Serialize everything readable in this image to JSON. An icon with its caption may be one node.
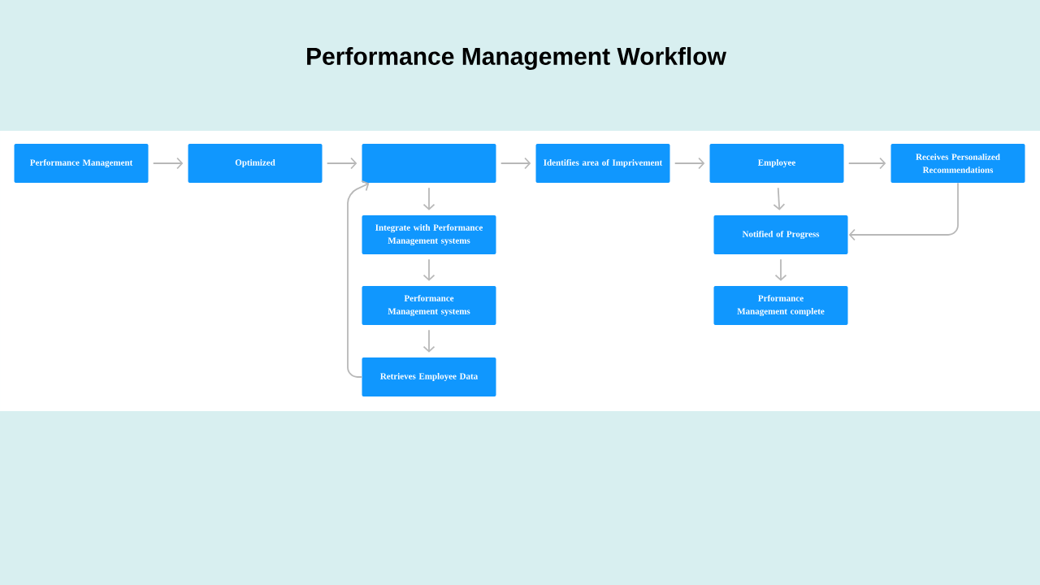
{
  "diagram": {
    "title": "Performance Management Workflow",
    "nodes": [
      {
        "text": [
          "Performance Management"
        ]
      },
      {
        "text": [
          "Optimized"
        ]
      },
      {
        "text": [],
        "shape": "box"
      },
      {
        "text": [
          "Identifies area of Imprivement"
        ]
      },
      {
        "text": [
          "Employee"
        ]
      },
      {
        "text": [
          "Receives Personalized Recommendations"
        ]
      },
      {
        "text": [
          "Integrate with Performance Management systems"
        ]
      },
      {
        "text": [
          "Performance Management systems"
        ]
      },
      {
        "text": [
          "Retrieves Employee Data"
        ]
      },
      {
        "text": [
          "Notified of Progress"
        ]
      },
      {
        "text": [
          "Prformance Management complete"
        ]
      }
    ],
    "edges": [
      {
        "from": 0,
        "to": 1,
        "arrow": "to"
      },
      {
        "from": 1,
        "to": 2,
        "arrow": "to"
      },
      {
        "from": 2,
        "to": 3,
        "arrow": "to"
      },
      {
        "from": 3,
        "to": 4,
        "arrow": "to"
      },
      {
        "from": 4,
        "to": 5,
        "arrow": "to"
      },
      {
        "from": 2,
        "to": 6,
        "arrow": "to"
      },
      {
        "from": 6,
        "to": 7,
        "arrow": "to"
      },
      {
        "from": 7,
        "to": 8,
        "arrow": "to"
      },
      {
        "from": 8,
        "to": 2,
        "arrow": "to"
      },
      {
        "from": 4,
        "to": 9,
        "arrow": "to"
      },
      {
        "from": 5,
        "to": 9,
        "arrow": "to"
      },
      {
        "from": 9,
        "to": 10,
        "arrow": "to"
      }
    ]
  }
}
